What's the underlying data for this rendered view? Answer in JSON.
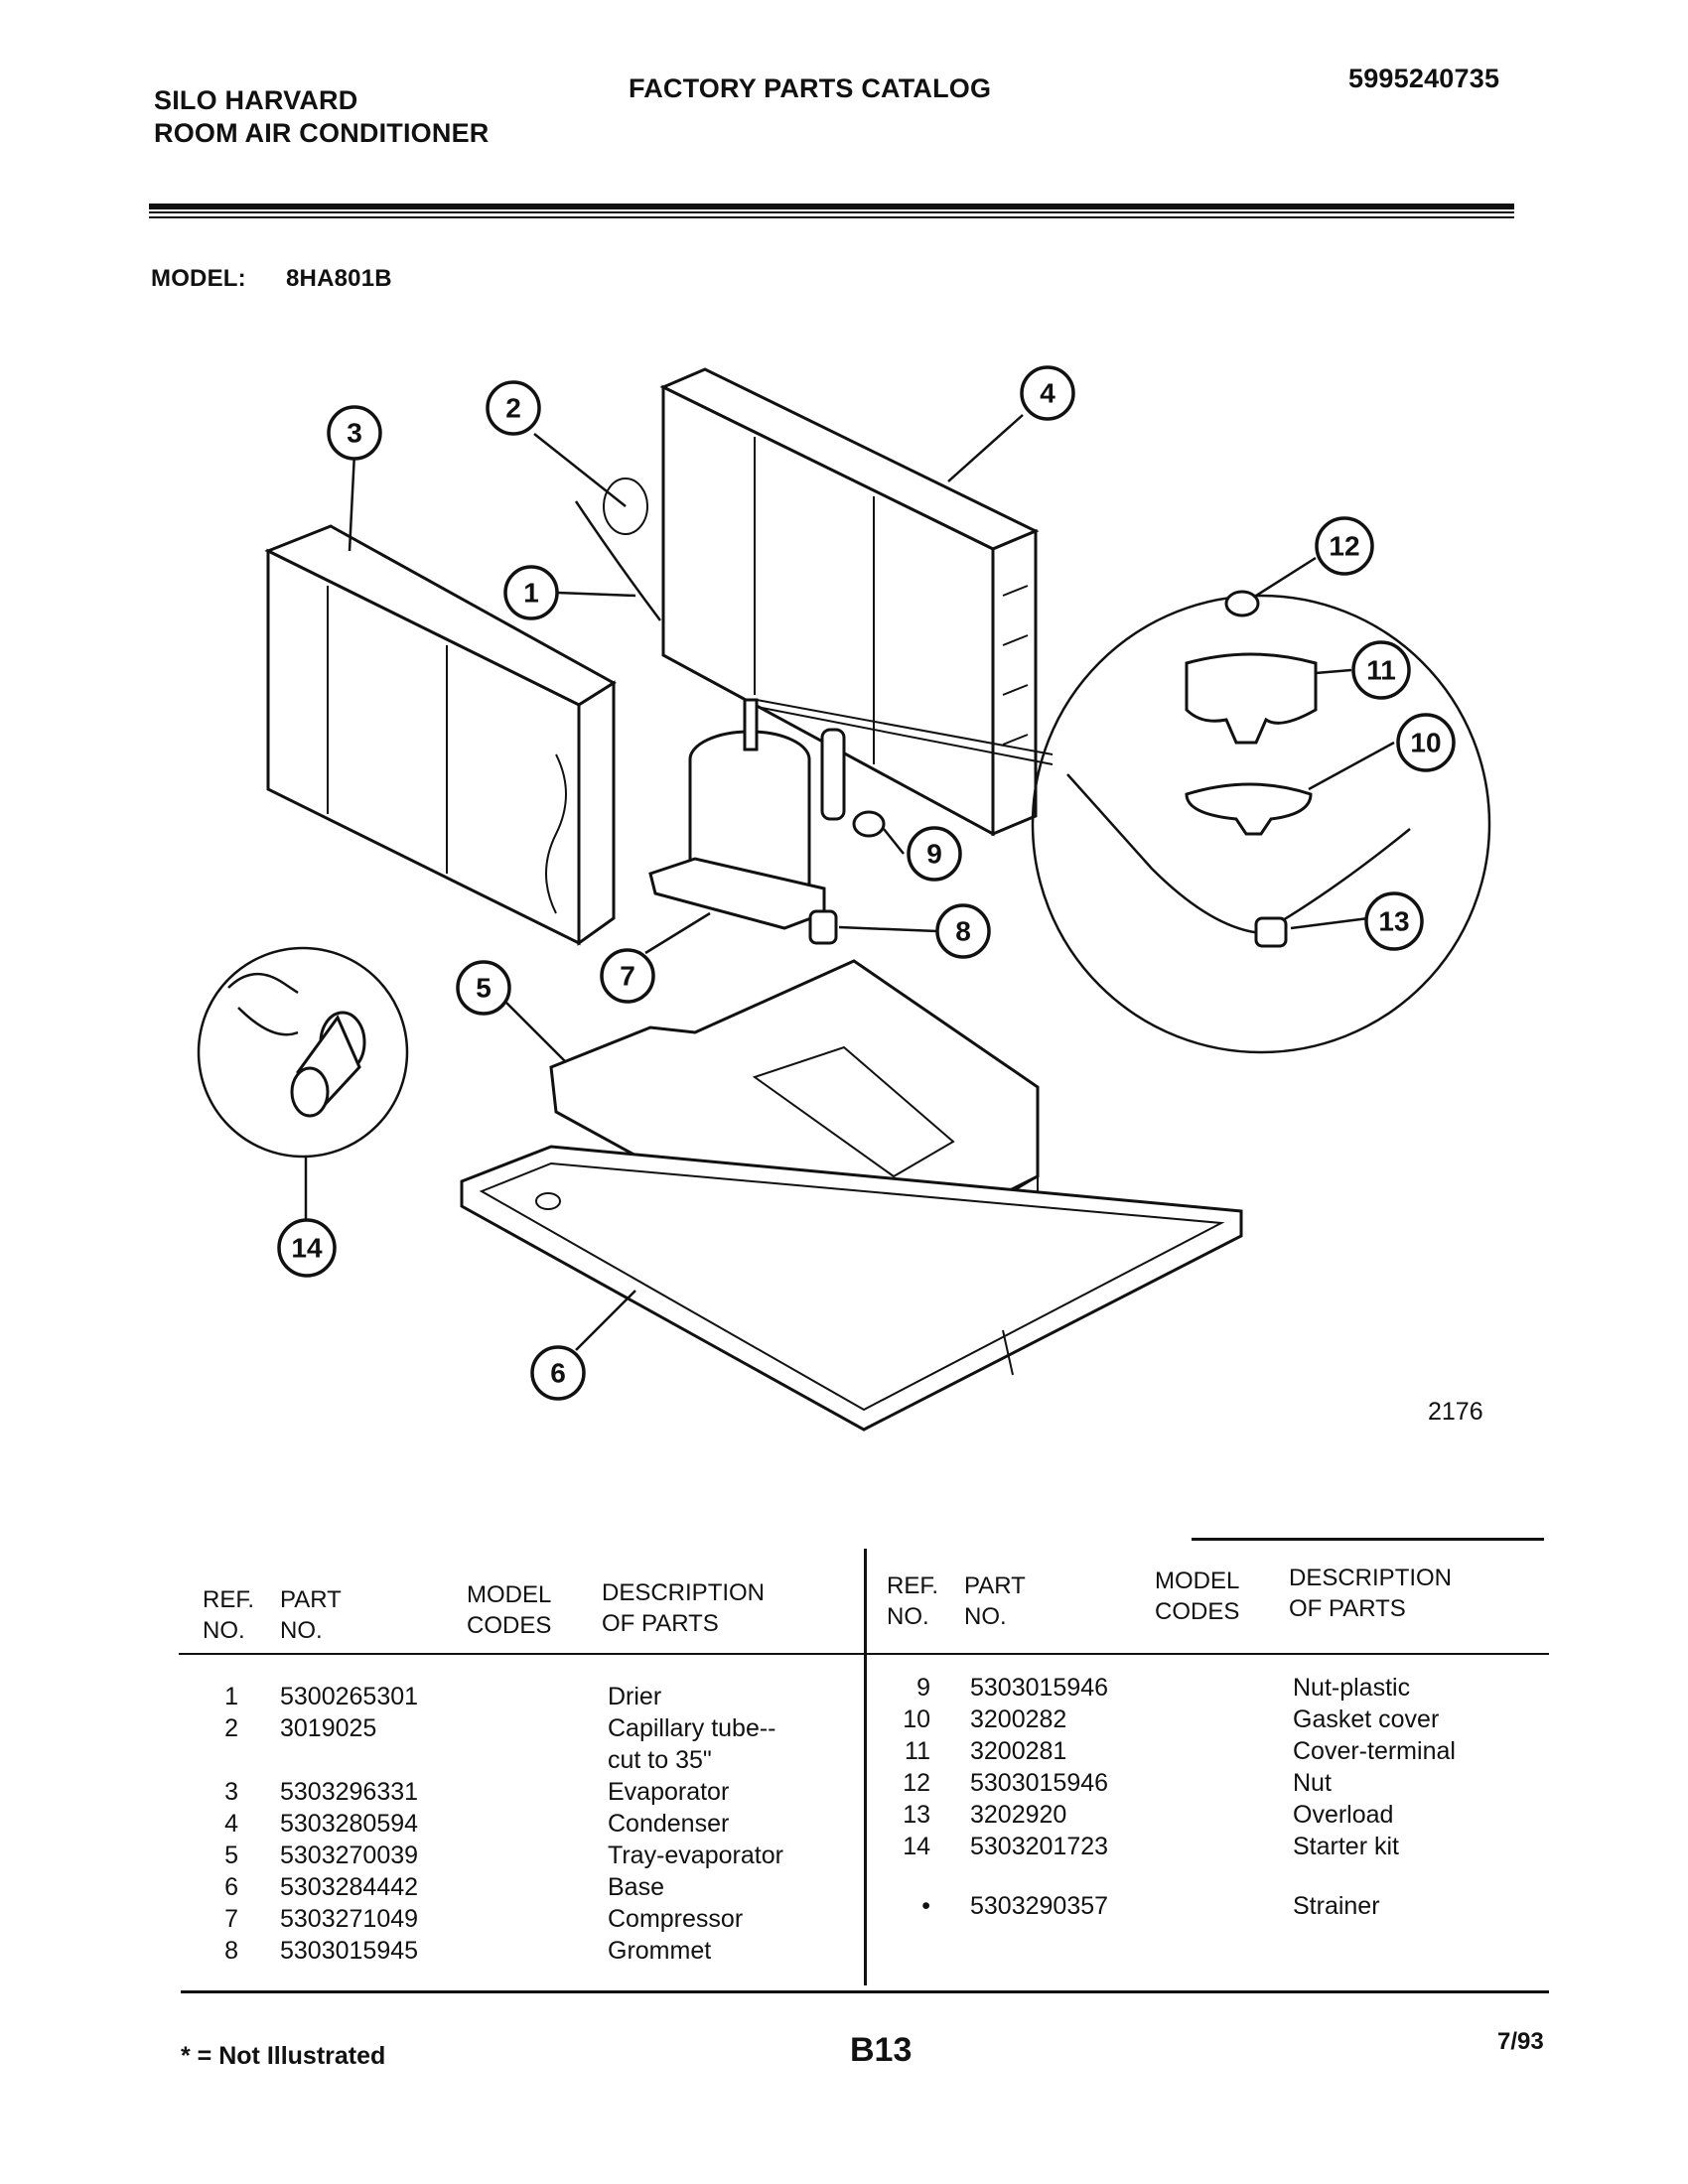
{
  "header": {
    "brand_line1": "SILO HARVARD",
    "brand_line2": "ROOM AIR CONDITIONER",
    "catalog_title": "FACTORY PARTS CATALOG",
    "catalog_number": "5995240735",
    "model_label": "MODEL:",
    "model_value": "8HA801B"
  },
  "diagram": {
    "figure_number": "2176",
    "callouts": [
      "1",
      "2",
      "3",
      "4",
      "5",
      "6",
      "7",
      "8",
      "9",
      "10",
      "11",
      "12",
      "13",
      "14"
    ]
  },
  "table": {
    "headers": {
      "ref_line1": "REF.",
      "ref_line2": "NO.",
      "part_line1": "PART",
      "part_line2": "NO.",
      "model_line1": "MODEL",
      "model_line2": "CODES",
      "desc_line1": "DESCRIPTION",
      "desc_line2": "OF PARTS"
    },
    "left_rows": [
      {
        "ref": "1",
        "part": "5300265301",
        "code": "",
        "desc": "Drier"
      },
      {
        "ref": "2",
        "part": "3019025",
        "code": "",
        "desc": "Capillary tube--"
      },
      {
        "ref": "",
        "part": "",
        "code": "",
        "desc": "cut to 35\""
      },
      {
        "ref": "3",
        "part": "5303296331",
        "code": "",
        "desc": "Evaporator"
      },
      {
        "ref": "4",
        "part": "5303280594",
        "code": "",
        "desc": "Condenser"
      },
      {
        "ref": "5",
        "part": "5303270039",
        "code": "",
        "desc": "Tray-evaporator"
      },
      {
        "ref": "6",
        "part": "5303284442",
        "code": "",
        "desc": "Base"
      },
      {
        "ref": "7",
        "part": "5303271049",
        "code": "",
        "desc": "Compressor"
      },
      {
        "ref": "8",
        "part": "5303015945",
        "code": "",
        "desc": "Grommet"
      }
    ],
    "right_rows": [
      {
        "ref": "9",
        "part": "5303015946",
        "code": "",
        "desc": "Nut-plastic"
      },
      {
        "ref": "10",
        "part": "3200282",
        "code": "",
        "desc": "Gasket cover"
      },
      {
        "ref": "11",
        "part": "3200281",
        "code": "",
        "desc": "Cover-terminal"
      },
      {
        "ref": "12",
        "part": "5303015946",
        "code": "",
        "desc": "Nut"
      },
      {
        "ref": "13",
        "part": "3202920",
        "code": "",
        "desc": "Overload"
      },
      {
        "ref": "14",
        "part": "5303201723",
        "code": "",
        "desc": "Starter kit"
      },
      {
        "ref": "•",
        "part": "5303290357",
        "code": "",
        "desc": "Strainer"
      }
    ]
  },
  "footer": {
    "legend": "* = Not Illustrated",
    "page_code": "B13",
    "date": "7/93"
  }
}
